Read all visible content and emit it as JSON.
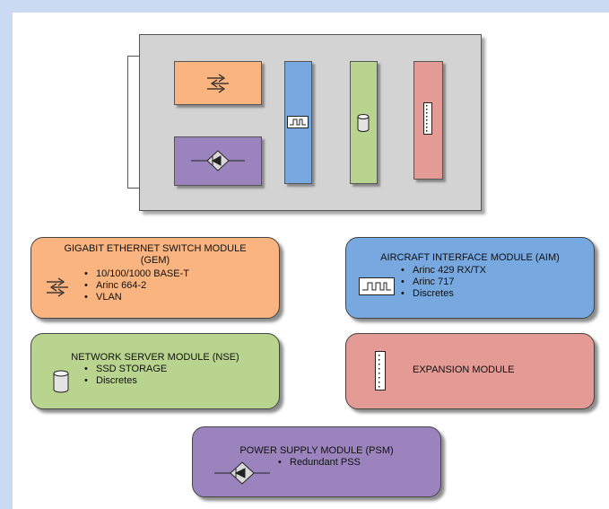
{
  "modules": {
    "gem": {
      "title_line1": "GIGABIT ETHERNET SWITCH MODULE",
      "title_line2": "(GEM)",
      "bullets": [
        "10/100/1000  BASE-T",
        "Arinc 664-2",
        "VLAN"
      ]
    },
    "aim": {
      "title": "AIRCRAFT INTERFACE MODULE (AIM)",
      "bullets": [
        "Arinc 429 RX/TX",
        "Arinc 717",
        "Discretes"
      ]
    },
    "nse": {
      "title": "NETWORK SERVER MODULE (NSE)",
      "bullets": [
        "SSD STORAGE",
        "Discretes"
      ]
    },
    "expansion": {
      "title": "EXPANSION MODULE"
    },
    "psm": {
      "title": "POWER SUPPLY MODULE (PSM)",
      "bullets": [
        "Redundant PSS"
      ]
    }
  },
  "colors": {
    "gem": "#f9b47f",
    "aim": "#78a8e0",
    "nse": "#b9d48e",
    "expansion": "#e49a95",
    "psm": "#9b84bd",
    "chassis": "#d3d3d3",
    "background": "#c9daf2"
  },
  "icons": {
    "gem": "switch-arrows-icon",
    "aim": "pulse-signal-icon",
    "nse": "storage-cylinder-icon",
    "expansion": "connector-strip-icon",
    "psm": "diode-diamond-icon"
  }
}
